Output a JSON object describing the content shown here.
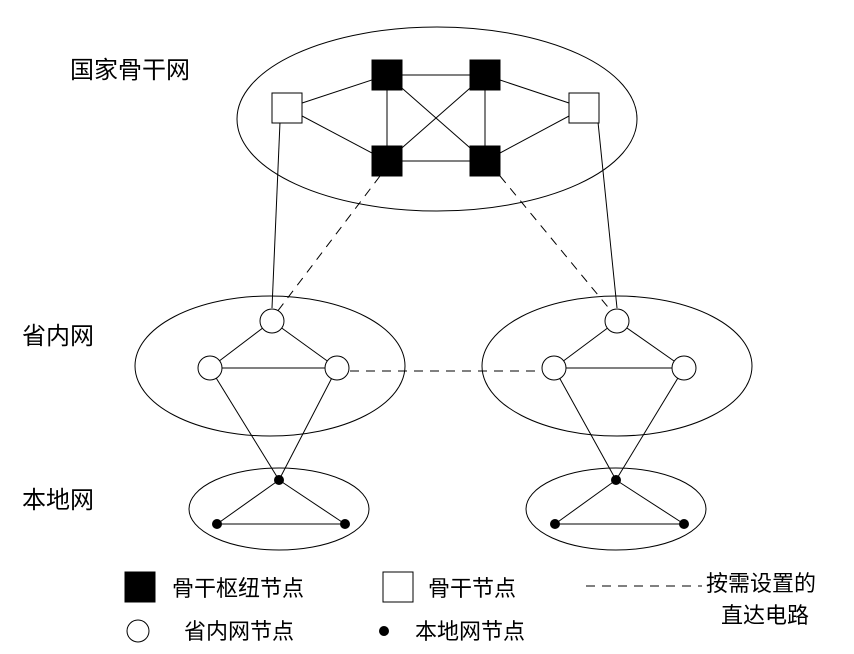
{
  "labels": {
    "national": "国家骨干网",
    "provincial": "省内网",
    "local": "本地网"
  },
  "legend": {
    "hub": "骨干枢纽节点",
    "backbone": "骨干节点",
    "ondemand_line1": "按需设置的",
    "ondemand_line2": "直达电路",
    "provincial_node": "省内网节点",
    "local_node": "本地网节点"
  },
  "colors": {
    "stroke": "#000000",
    "hub_fill": "#000000",
    "background": "#ffffff"
  }
}
